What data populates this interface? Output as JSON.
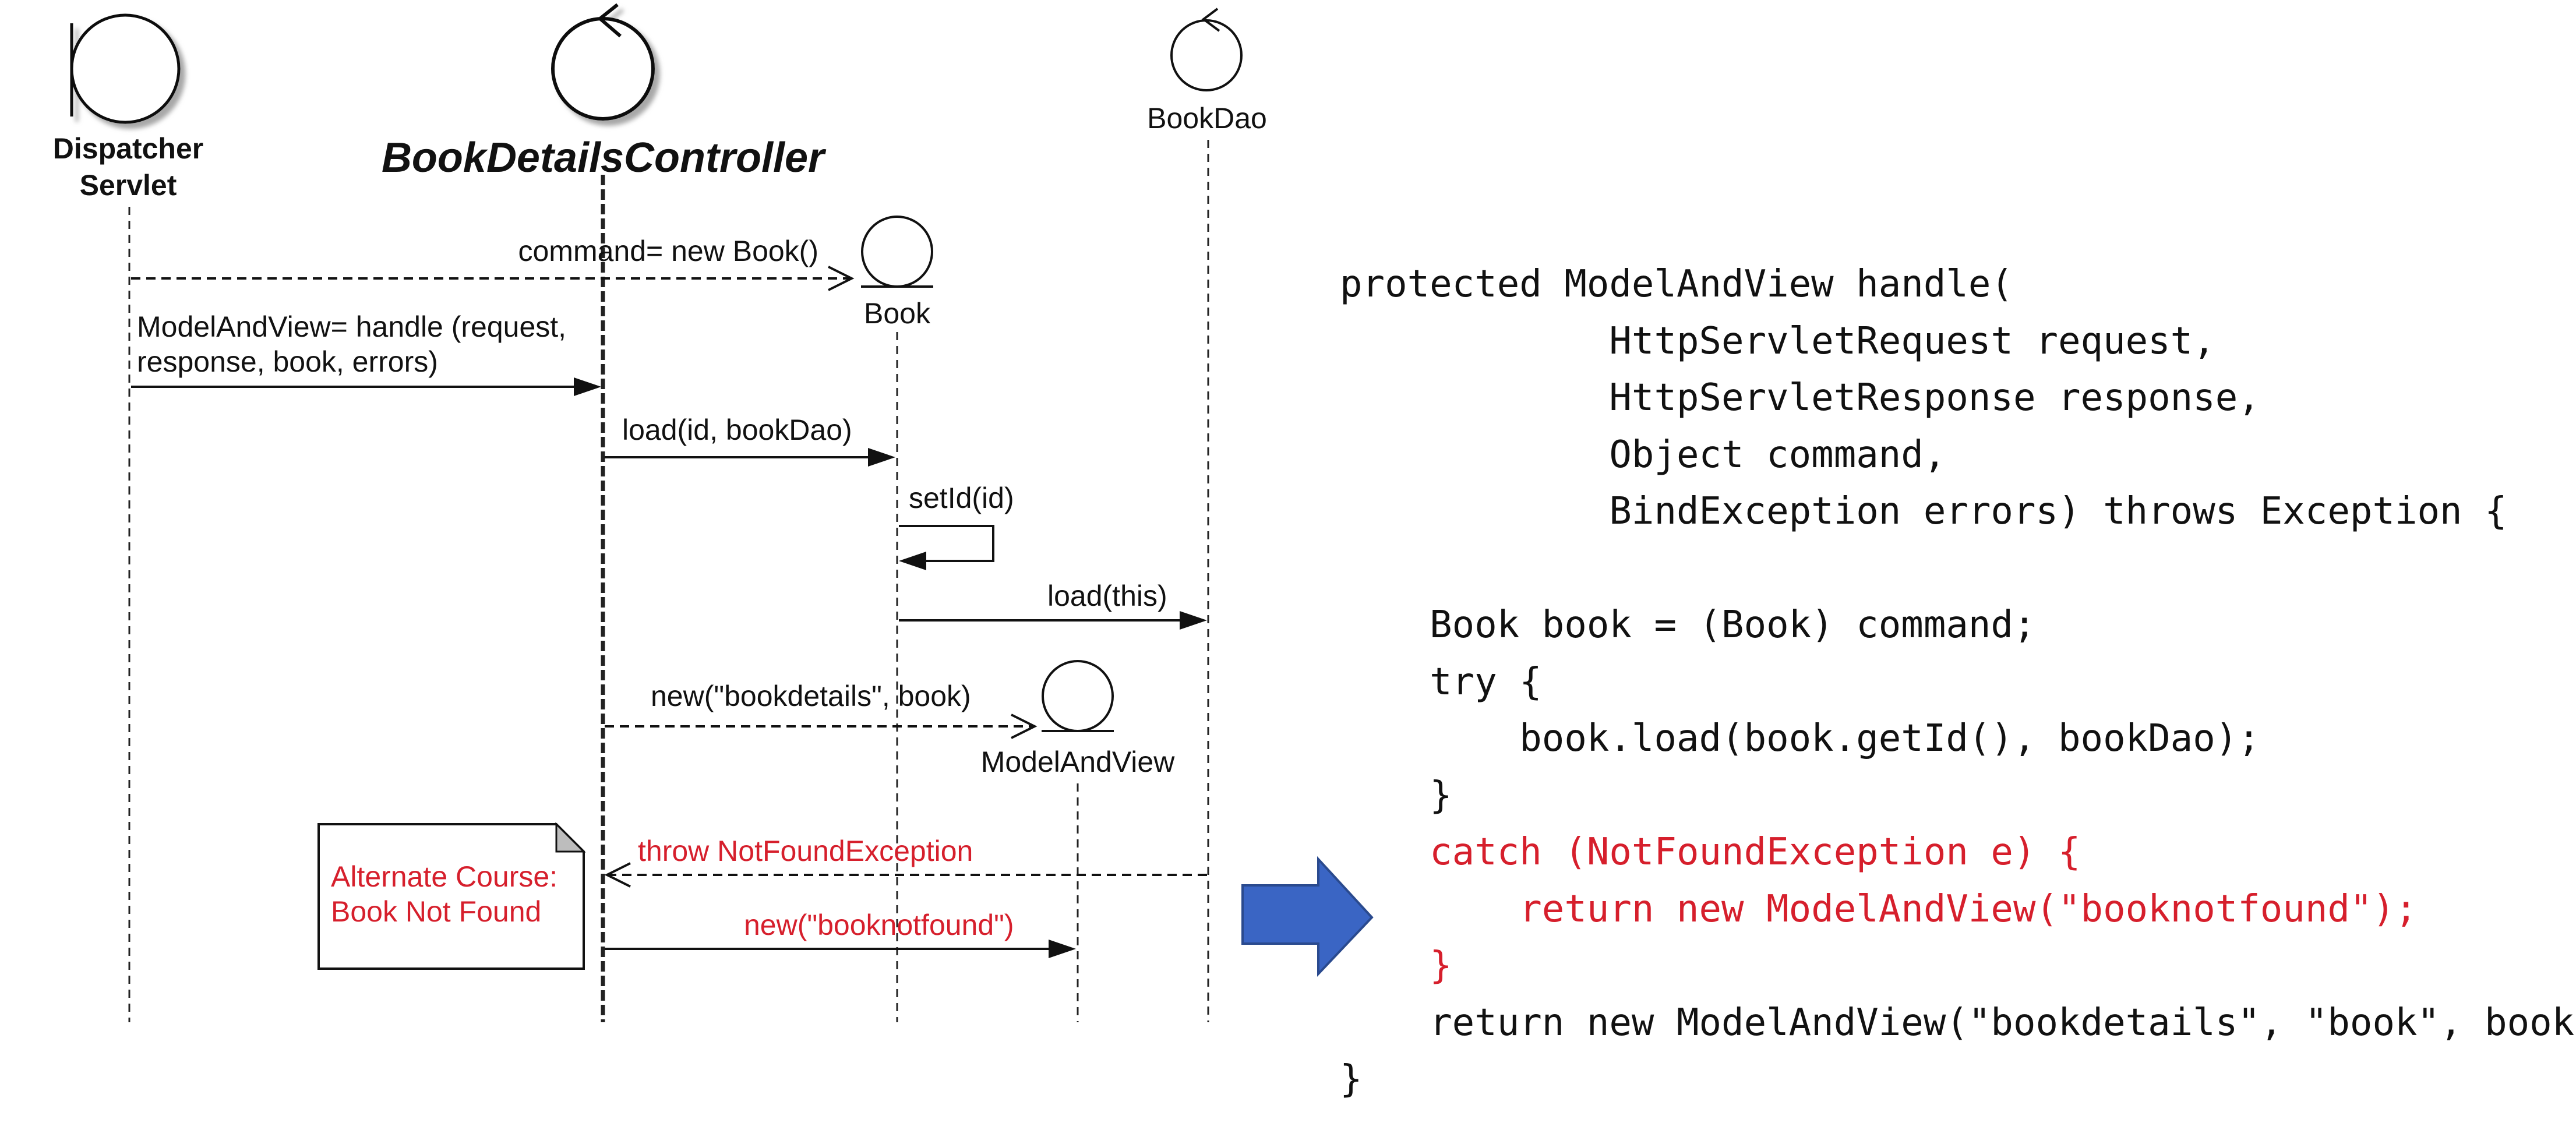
{
  "participants": {
    "dispatcher": {
      "name_line1": "Dispatcher",
      "name_line2": "Servlet"
    },
    "controller": {
      "name": "BookDetailsController"
    },
    "bookdao": {
      "name": "BookDao"
    },
    "book": {
      "name": "Book"
    },
    "modelandview": {
      "name": "ModelAndView"
    }
  },
  "messages": {
    "new_book": "command= new Book()",
    "handle_line1": "ModelAndView= handle (request,",
    "handle_line2": "response, book, errors)",
    "load_id": "load(id, bookDao)",
    "set_id": "setId(id)",
    "load_this": "load(this)",
    "new_bookdetails": "new(\"bookdetails\", book)",
    "throw_notfound": "throw NotFoundException",
    "new_booknotfound": "new(\"booknotfound\")"
  },
  "note": {
    "line1": "Alternate Course:",
    "line2": "Book Not Found"
  },
  "code": {
    "lines": [
      {
        "text": "protected ModelAndView handle(",
        "highlight": false
      },
      {
        "text": "            HttpServletRequest request,",
        "highlight": false
      },
      {
        "text": "            HttpServletResponse response,",
        "highlight": false
      },
      {
        "text": "            Object command,",
        "highlight": false
      },
      {
        "text": "            BindException errors) throws Exception {",
        "highlight": false
      },
      {
        "text": "",
        "highlight": false
      },
      {
        "text": "    Book book = (Book) command;",
        "highlight": false
      },
      {
        "text": "    try {",
        "highlight": false
      },
      {
        "text": "        book.load(book.getId(), bookDao);",
        "highlight": false
      },
      {
        "text": "    }",
        "highlight": false
      },
      {
        "text": "    catch (NotFoundException e) {",
        "highlight": true
      },
      {
        "text": "        return new ModelAndView(\"booknotfound\");",
        "highlight": true
      },
      {
        "text": "    }",
        "highlight": true
      },
      {
        "text": "    return new ModelAndView(\"bookdetails\", \"book\", book);",
        "highlight": false
      },
      {
        "text": "}",
        "highlight": false
      }
    ]
  },
  "colors": {
    "alternate_course": "#d61f2c",
    "arrow_fill": "#3a65c4",
    "arrow_stroke": "#2a4a8e",
    "text": "#111111"
  }
}
